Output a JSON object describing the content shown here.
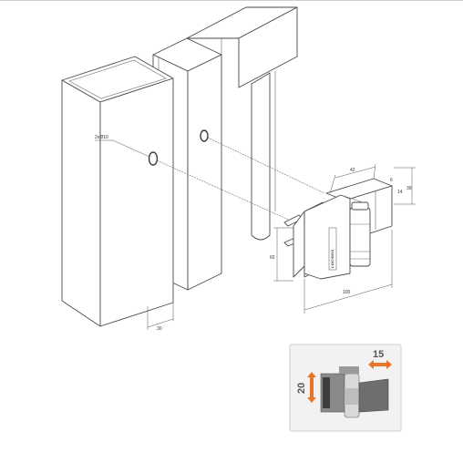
{
  "labels": {
    "hole_callout": "2xØ10",
    "post_width": "30",
    "hinge_width": "100",
    "hinge_height": "60",
    "top_depth": "42",
    "right_height": "39",
    "small_a": "6",
    "small_b": "14",
    "brand": "LOCINOX"
  },
  "inset": {
    "horizontal_adjust": "15",
    "vertical_adjust": "20",
    "arrow_color": "#e8752a",
    "background_color": "#f2f2f2"
  },
  "colors": {
    "line": "#4a4a4a",
    "background": "#ffffff"
  }
}
